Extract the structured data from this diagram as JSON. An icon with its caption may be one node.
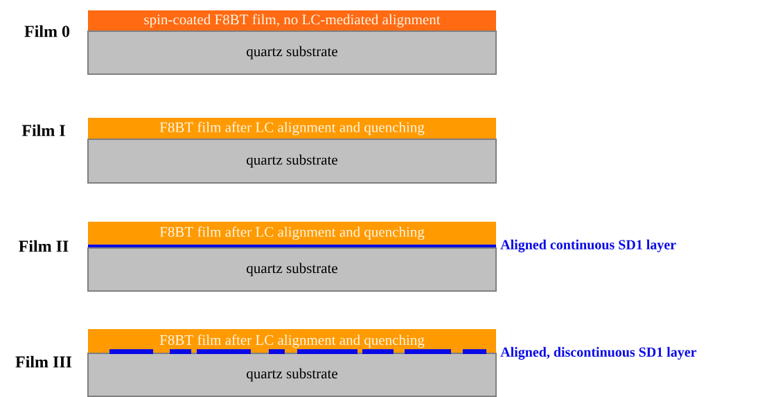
{
  "diagram": {
    "nodes": [
      {
        "text": [
          "spin-coated F8BT film, no LC-mediated alignment"
        ]
      },
      {
        "text": [
          "quartz substrate"
        ]
      },
      {
        "text": [
          "F8BT film after LC alignment and quenching"
        ]
      },
      {
        "text": [
          "quartz substrate"
        ]
      },
      {
        "text": [
          "F8BT film after LC alignment and quenching"
        ]
      },
      {
        "text": [
          "quartz substrate"
        ]
      },
      {
        "text": [
          "F8BT film after LC alignment and quenching"
        ]
      },
      {
        "text": [
          "quartz substrate"
        ]
      }
    ],
    "labels": [
      "Film 0",
      "Film I",
      "Film II",
      "Aligned continuous SD1 layer",
      "Film III",
      "Aligned, discontinuous SD1 layer"
    ]
  }
}
